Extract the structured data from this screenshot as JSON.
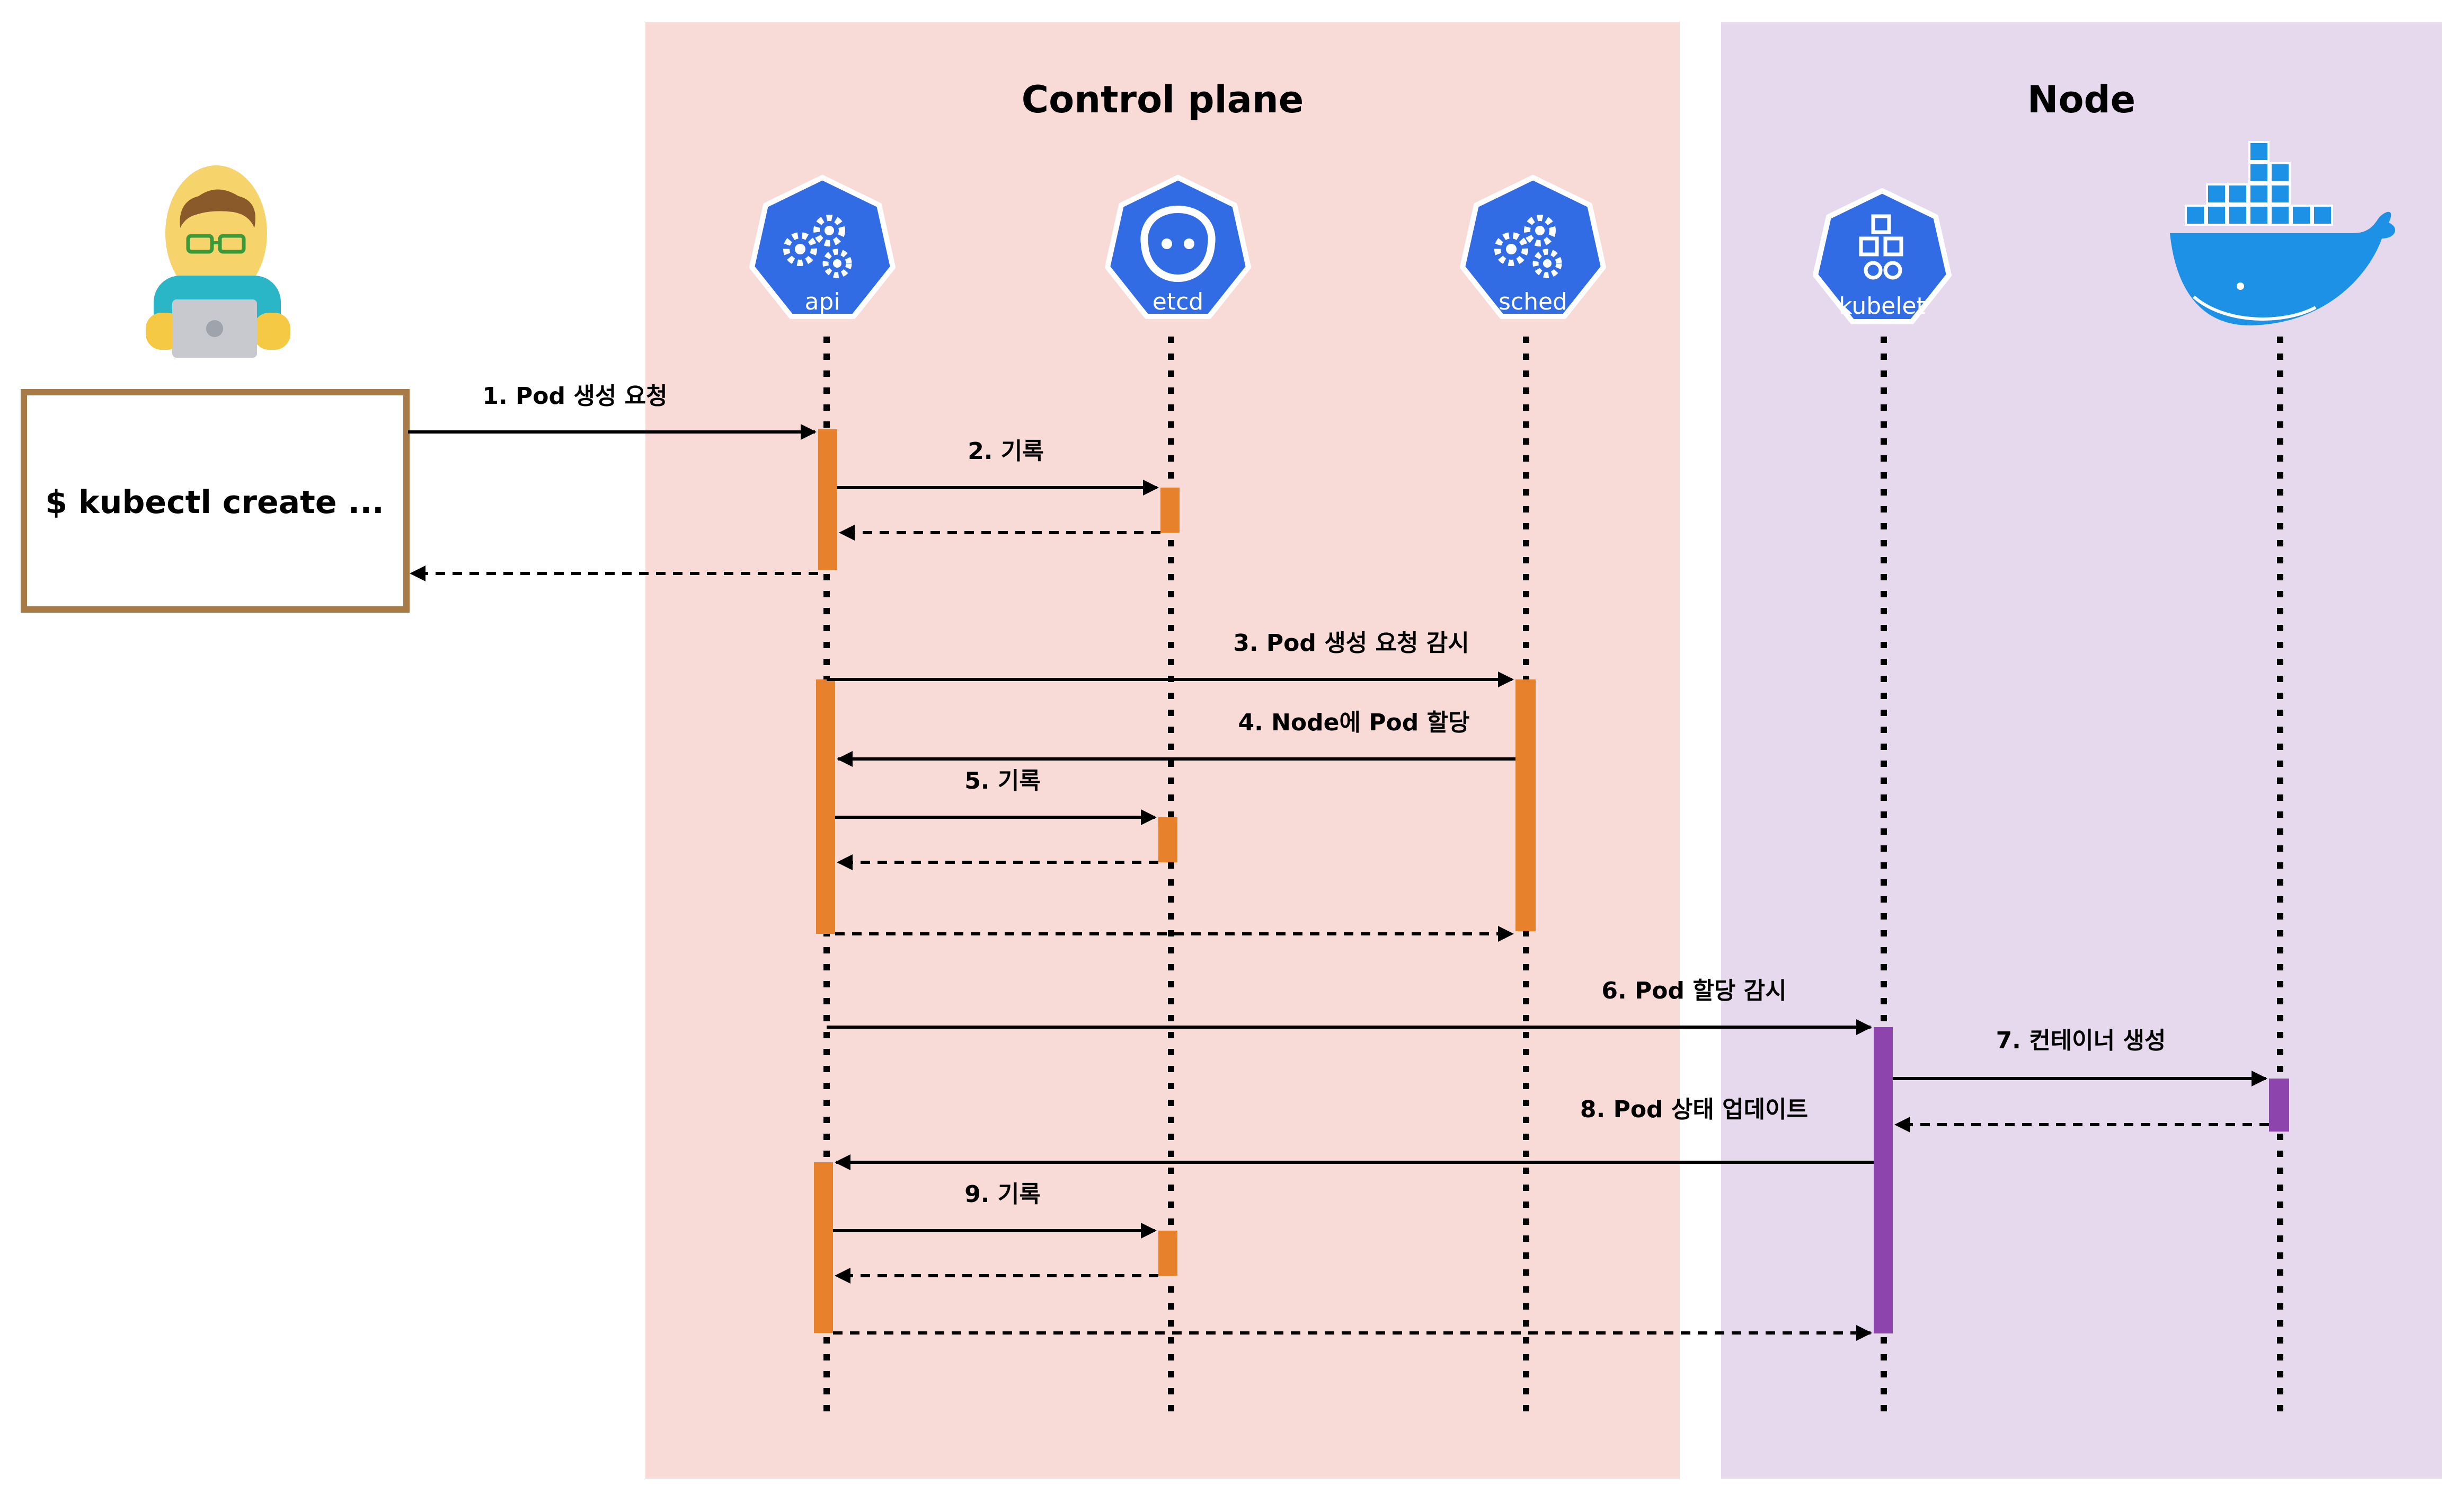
{
  "regions": {
    "control_plane": {
      "title": "Control plane",
      "color": "#f8dad6"
    },
    "node": {
      "title": "Node",
      "color": "#e6d9ee"
    }
  },
  "participants": {
    "api": "api",
    "etcd": "etcd",
    "sched": "sched",
    "kubelet": "kubelet",
    "docker": "docker-icon"
  },
  "user": {
    "icon": "developer-icon",
    "command": "$ kubectl create ..."
  },
  "messages": {
    "m1": "1. Pod 생성 요청",
    "m2": "2. 기록",
    "m3": "3. Pod 생성 요청 감시",
    "m4": "4. Node에 Pod 할당",
    "m5": "5. 기록",
    "m6": "6. Pod 할당 감시",
    "m7": "7. 컨테이너 생성",
    "m8": "8. Pod 상태 업데이트",
    "m9": "9. 기록"
  },
  "colors": {
    "k8s_blue": "#326ce5",
    "activation_orange": "#e8812b",
    "activation_purple": "#8e44ad",
    "docker_blue": "#1d91e6",
    "command_box_border": "#a87a45"
  }
}
